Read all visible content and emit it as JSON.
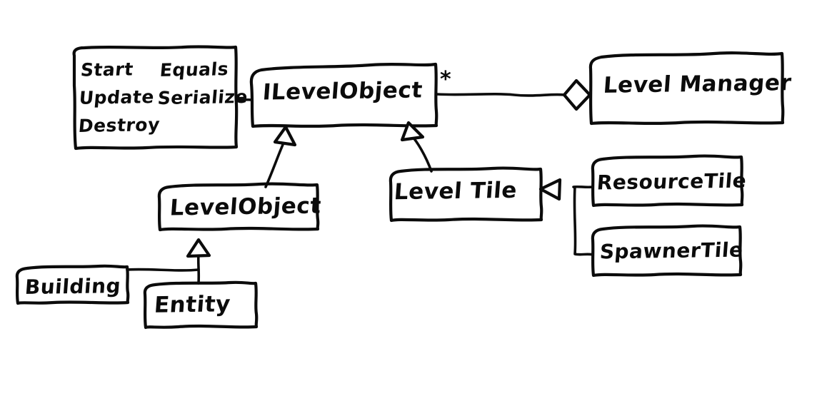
{
  "diagram": {
    "kind": "uml-class-diagram",
    "style": "hand-drawn-whiteboard-sketch",
    "ink_color": "#0b0b0b",
    "background_color": "#ffffff",
    "classes": [
      {
        "id": "methods-note",
        "label": "",
        "kind": "note"
      },
      {
        "id": "ilevelobject",
        "label": "ILevelObject",
        "kind": "interface"
      },
      {
        "id": "levelmanager",
        "label": "Level Manager",
        "kind": "class"
      },
      {
        "id": "levelobject",
        "label": "LevelObject",
        "kind": "class"
      },
      {
        "id": "leveltile",
        "label": "Level Tile",
        "kind": "class"
      },
      {
        "id": "resourcetile",
        "label": "ResourceTile",
        "kind": "class"
      },
      {
        "id": "spawnertile",
        "label": "SpawnerTile",
        "kind": "class"
      },
      {
        "id": "building",
        "label": "Building",
        "kind": "class"
      },
      {
        "id": "entity",
        "label": "Entity",
        "kind": "class"
      }
    ],
    "methods_note": {
      "column_left": [
        "Start",
        "Update",
        "Destroy"
      ],
      "column_right": [
        "Equals",
        "Serialize"
      ]
    },
    "multiplicity": {
      "ilevelobject_to_levelmanager": "*"
    },
    "relationships": [
      {
        "from": "methods-note",
        "to": "ilevelobject",
        "type": "note-link"
      },
      {
        "from": "levelmanager",
        "to": "ilevelobject",
        "type": "aggregation",
        "multiplicity": "*"
      },
      {
        "from": "levelobject",
        "to": "ilevelobject",
        "type": "realization"
      },
      {
        "from": "leveltile",
        "to": "ilevelobject",
        "type": "realization"
      },
      {
        "from": "resourcetile",
        "to": "leveltile",
        "type": "generalization"
      },
      {
        "from": "spawnertile",
        "to": "leveltile",
        "type": "generalization"
      },
      {
        "from": "building",
        "to": "levelobject",
        "type": "generalization"
      },
      {
        "from": "entity",
        "to": "levelobject",
        "type": "generalization"
      }
    ]
  },
  "labels": {
    "methods": {
      "start": "Start",
      "update": "Update",
      "destroy": "Destroy",
      "equals": "Equals",
      "serialize": "Serialize"
    },
    "ilevelobject": "ILevelObject",
    "levelmanager": "Level Manager",
    "levelobject": "LevelObject",
    "leveltile": "Level Tile",
    "resourcetile": "ResourceTile",
    "spawnertile": "SpawnerTile",
    "building": "Building",
    "entity": "Entity",
    "asterisk": "*"
  }
}
